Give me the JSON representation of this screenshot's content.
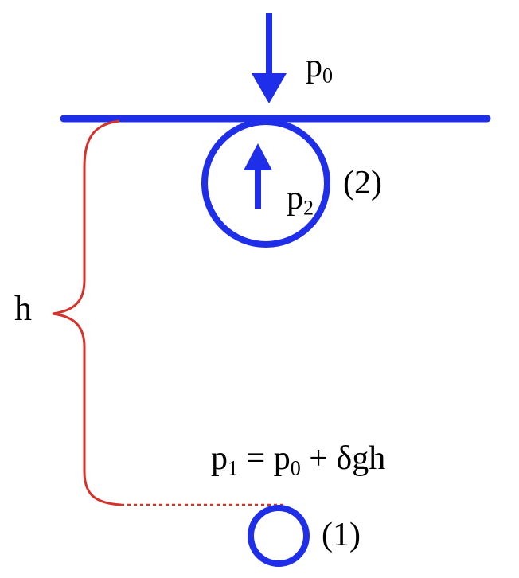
{
  "labels": {
    "p0_base": "p",
    "p0_sub": "0",
    "p2_base": "p",
    "p2_sub": "2",
    "bubble_2": "(2)",
    "h": "h",
    "eq_p1_base": "p",
    "eq_p1_sub": "1",
    "eq_equals": " = ",
    "eq_p0_base": "p",
    "eq_p0_sub": "0",
    "eq_rest": " + δgh",
    "bubble_1": "(1)"
  },
  "colors": {
    "blue": "#1f2ee8",
    "red": "#d6322c",
    "text": "#000000"
  }
}
